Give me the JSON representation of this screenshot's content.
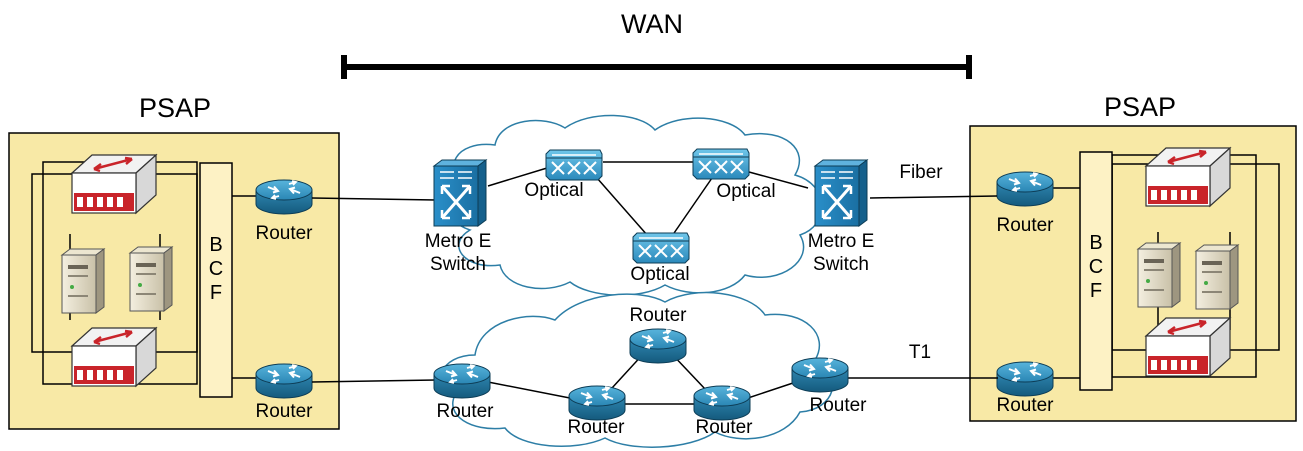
{
  "wan": {
    "label": "WAN"
  },
  "psap_left": {
    "label": "PSAP",
    "bcf_letters": [
      "B",
      "C",
      "F"
    ],
    "router_top": "Router",
    "router_bottom": "Router"
  },
  "psap_right": {
    "label": "PSAP",
    "bcf_letters": [
      "B",
      "C",
      "F"
    ],
    "router_top": "Router",
    "router_bottom": "Router"
  },
  "fiber_cloud": {
    "switch_left": [
      "Metro E",
      "Switch"
    ],
    "switch_right": [
      "Metro E",
      "Switch"
    ],
    "optical_left": "Optical",
    "optical_right": "Optical",
    "optical_bottom": "Optical"
  },
  "t1_cloud": {
    "router_top": "Router",
    "router_left": "Router",
    "router_mid_left": "Router",
    "router_mid_right": "Router",
    "router_right": "Router"
  },
  "links": {
    "fiber": "Fiber",
    "t1": "T1"
  },
  "colors": {
    "psap_fill": "#f8e9a6",
    "cloud_stroke": "#2d7ea6",
    "device_blue": "#1f6f95",
    "switch_blue": "#2b8fc8",
    "device_red": "#c9242a"
  },
  "icons": [
    "router-icon",
    "metro-e-switch-icon",
    "optical-switch-icon",
    "server-icon",
    "call-handling-switch-icon"
  ]
}
